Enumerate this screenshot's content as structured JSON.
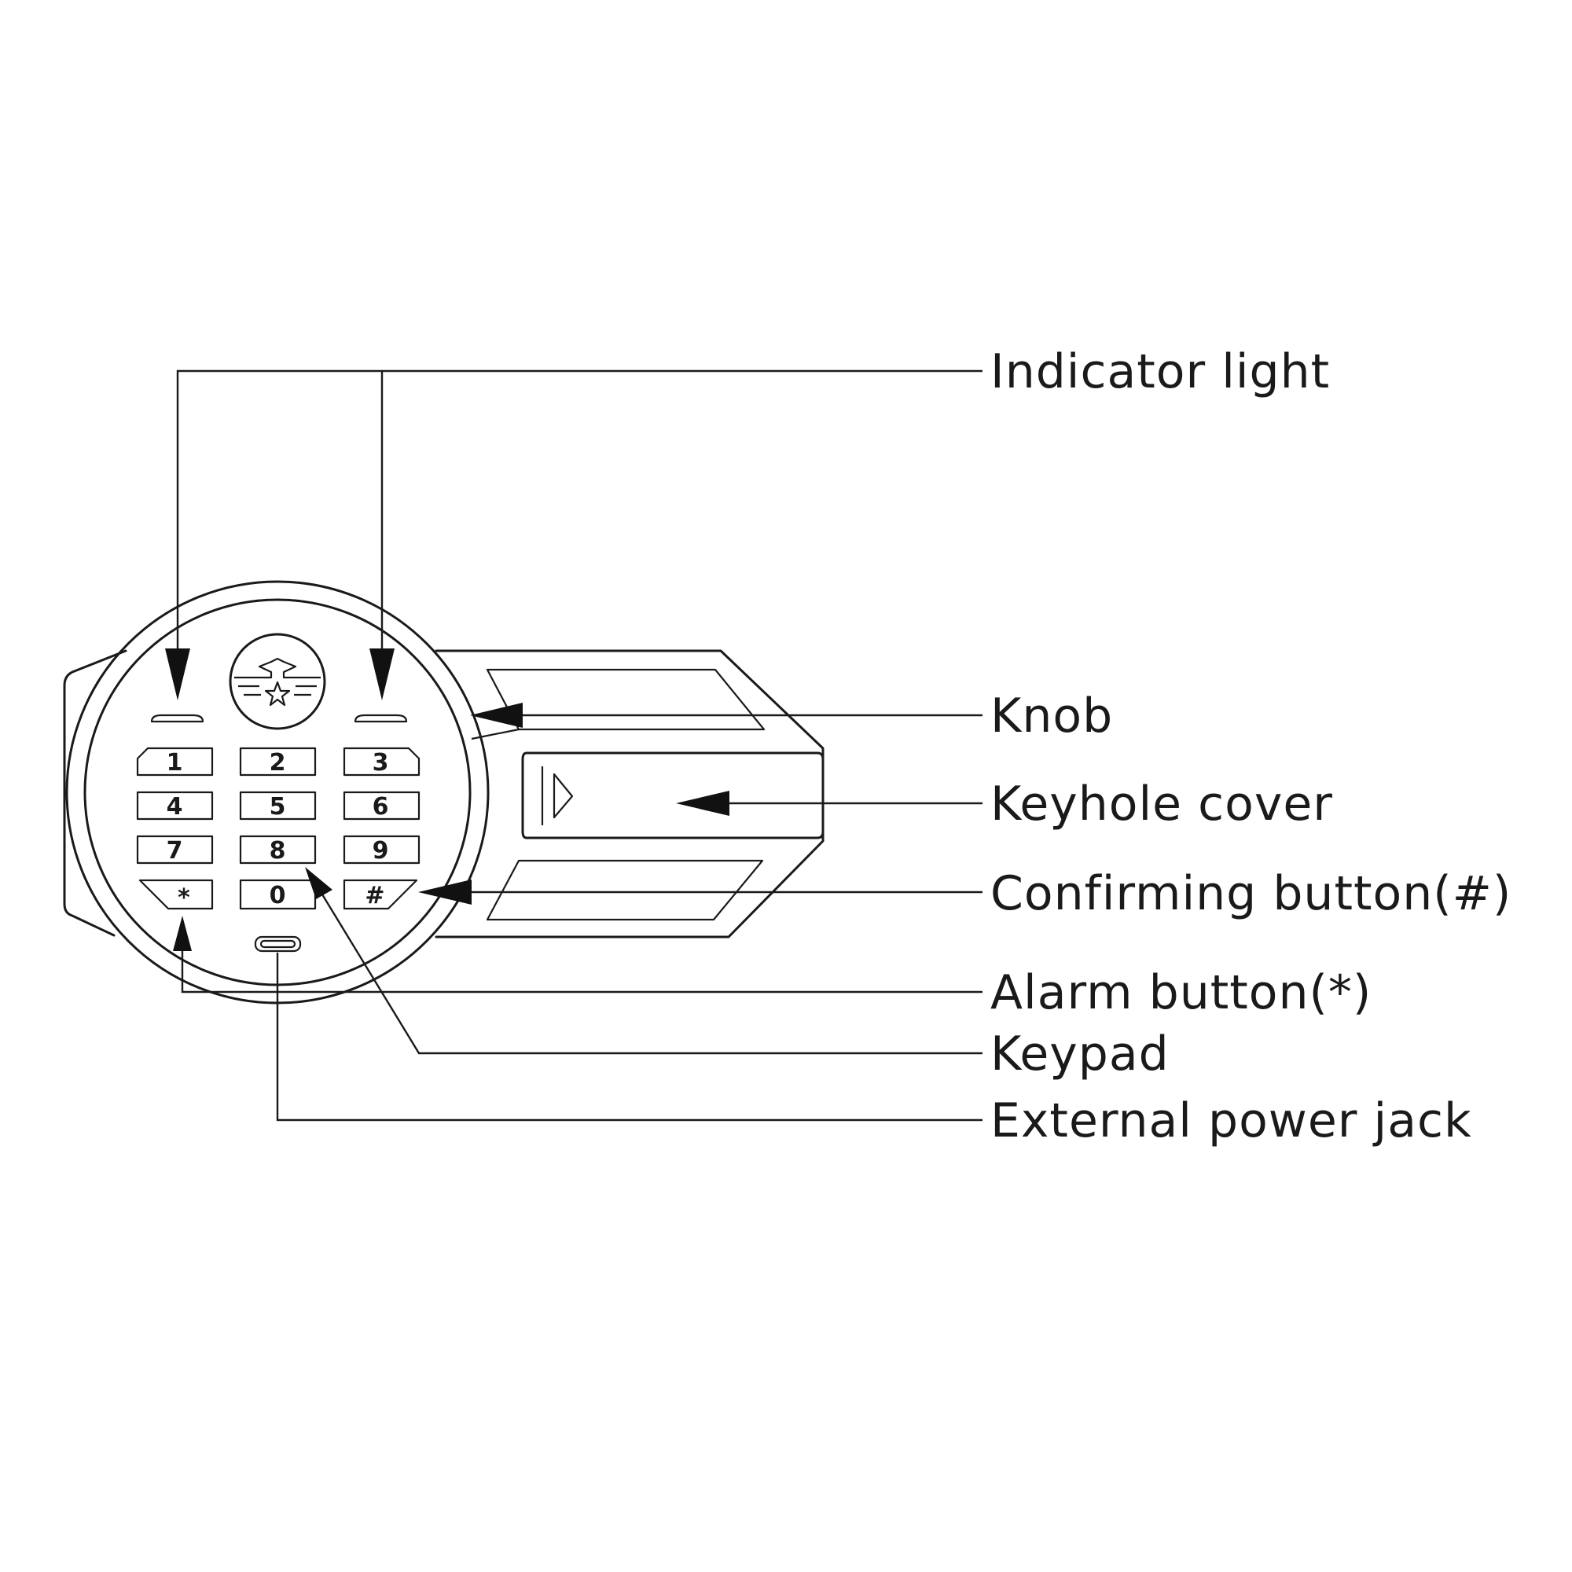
{
  "labels": {
    "indicator_light": "Indicator light",
    "knob": "Knob",
    "keyhole_cover": "Keyhole cover",
    "confirming_button": "Confirming button(#)",
    "alarm_button": "Alarm button(*)",
    "keypad": "Keypad",
    "external_power_jack": "External power jack"
  },
  "keypad_keys": [
    "1",
    "2",
    "3",
    "4",
    "5",
    "6",
    "7",
    "8",
    "9",
    "*",
    "0",
    "#"
  ],
  "icons": {
    "logo": "eagle-star-emblem-icon",
    "keyhole": "triangle-arrow-icon"
  },
  "colors": {
    "line": "#1a1a1a",
    "background": "#ffffff"
  }
}
